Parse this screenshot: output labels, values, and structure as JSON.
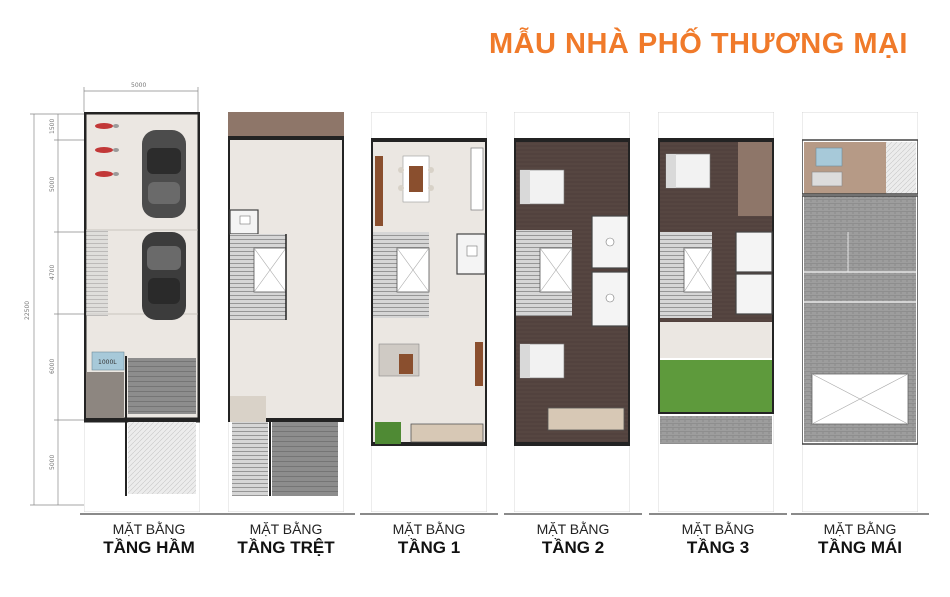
{
  "title": "MẪU NHÀ PHỐ THƯƠNG MẠI",
  "dimensions": {
    "width": "5000",
    "total": "22500",
    "segments": [
      "1500",
      "5000",
      "4700",
      "6000",
      "5000"
    ]
  },
  "fixture_labels": {
    "tank": "1000L"
  },
  "plans": [
    {
      "line1": "MẶT BẰNG",
      "line2": "TẦNG HẦM"
    },
    {
      "line1": "MẶT BẰNG",
      "line2": "TẦNG TRỆT"
    },
    {
      "line1": "MẶT BẰNG",
      "line2": "TẦNG 1"
    },
    {
      "line1": "MẶT BẰNG",
      "line2": "TẦNG 2"
    },
    {
      "line1": "MẶT BẰNG",
      "line2": "TẦNG 3"
    },
    {
      "line1": "MẶT BẰNG",
      "line2": "TẦNG MÁI"
    }
  ],
  "colors": {
    "accent": "#f07a2a",
    "wall": "#2b2b2b",
    "floor_light": "#ece8e2",
    "wood": "#5a4a44",
    "roof_tile": "#9a9a9a",
    "garden": "#5e9a3c"
  }
}
